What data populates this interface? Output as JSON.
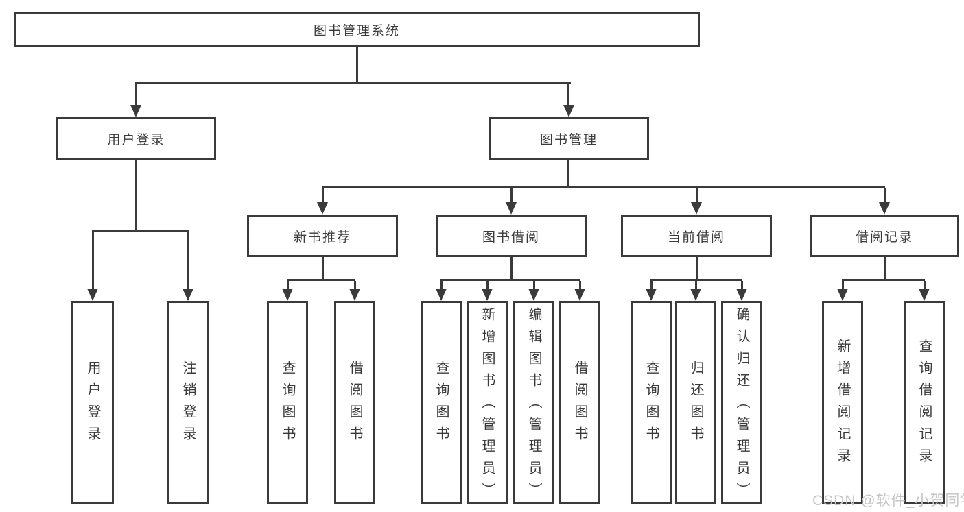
{
  "diagram": {
    "title": "图书管理系统",
    "login": {
      "label": "用户登录",
      "children": [
        "用户登录",
        "注销登录"
      ]
    },
    "management": {
      "label": "图书管理",
      "groups": [
        {
          "label": "新书推荐",
          "children": [
            "查询图书",
            "借阅图书"
          ]
        },
        {
          "label": "图书借阅",
          "children": [
            "查询图书",
            "新增图书（管理员）",
            "编辑图书（管理员）",
            "借阅图书"
          ]
        },
        {
          "label": "当前借阅",
          "children": [
            "查询图书",
            "归还图书",
            "确认归还（管理员）"
          ]
        },
        {
          "label": "借阅记录",
          "children": [
            "新增借阅记录",
            "查询借阅记录"
          ]
        }
      ]
    }
  },
  "watermark": "CSDN @软件_小贺同学",
  "colors": {
    "line": "#3a3a3a",
    "text": "#3b3b3b",
    "watermark": "#c6c6c6",
    "bg": "#ffffff"
  }
}
